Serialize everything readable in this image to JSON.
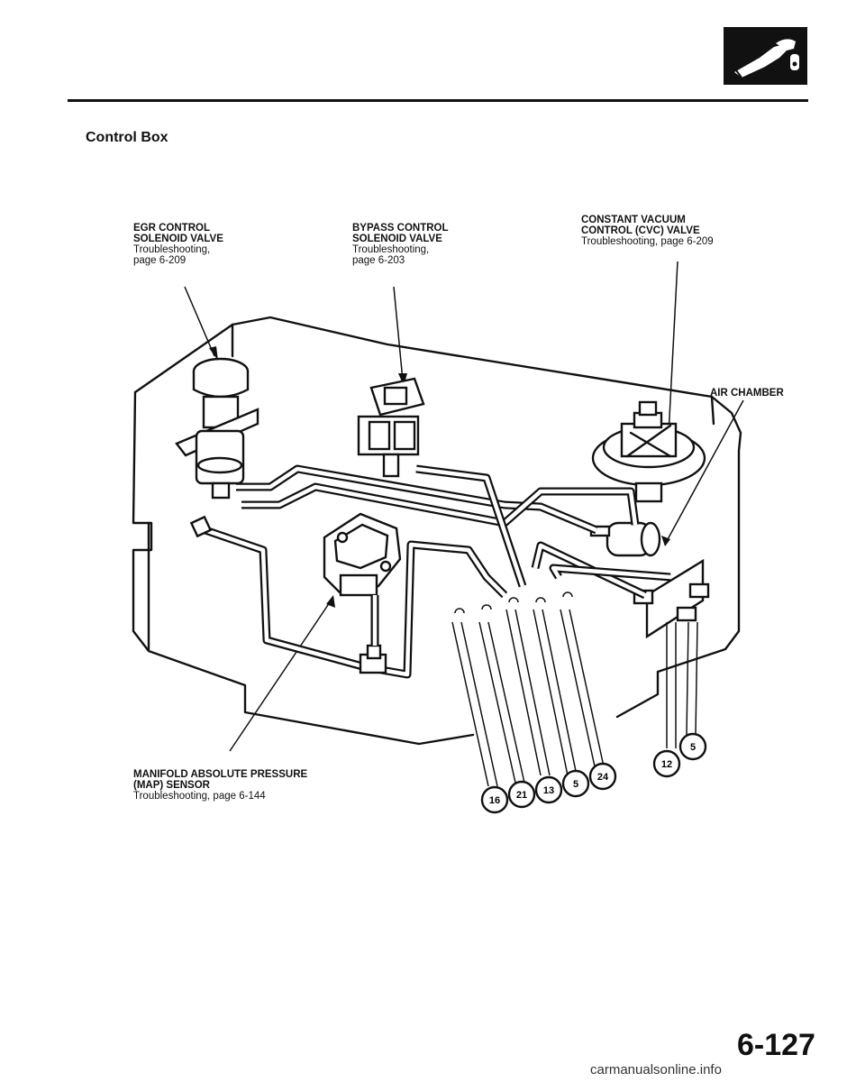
{
  "header": {
    "section_icon": "fuel-pump-nozzle-icon",
    "section_title": "Control Box"
  },
  "callouts": {
    "egr": {
      "name_line1": "EGR CONTROL",
      "name_line2": "SOLENOID VALVE",
      "ref_line1": "Troubleshooting,",
      "ref_line2": "page 6-209"
    },
    "bypass": {
      "name_line1": "BYPASS CONTROL",
      "name_line2": "SOLENOID VALVE",
      "ref_line1": "Troubleshooting,",
      "ref_line2": "page 6-203"
    },
    "cvc": {
      "name_line1": "CONSTANT VACUUM",
      "name_line2": "CONTROL (CVC) VALVE",
      "ref_line1": "Troubleshooting, page 6-209"
    },
    "air_chamber": {
      "name": "AIR CHAMBER"
    },
    "map": {
      "name_line1": "MANIFOLD ABSOLUTE PRESSURE",
      "name_line2": "(MAP) SENSOR",
      "ref_line1": "Troubleshooting, page 6-144"
    }
  },
  "hose_numbers": [
    "16",
    "21",
    "13",
    "5",
    "24",
    "12",
    "5"
  ],
  "footer": {
    "page_number": "6-127",
    "watermark": "carmanualsonline.info"
  }
}
